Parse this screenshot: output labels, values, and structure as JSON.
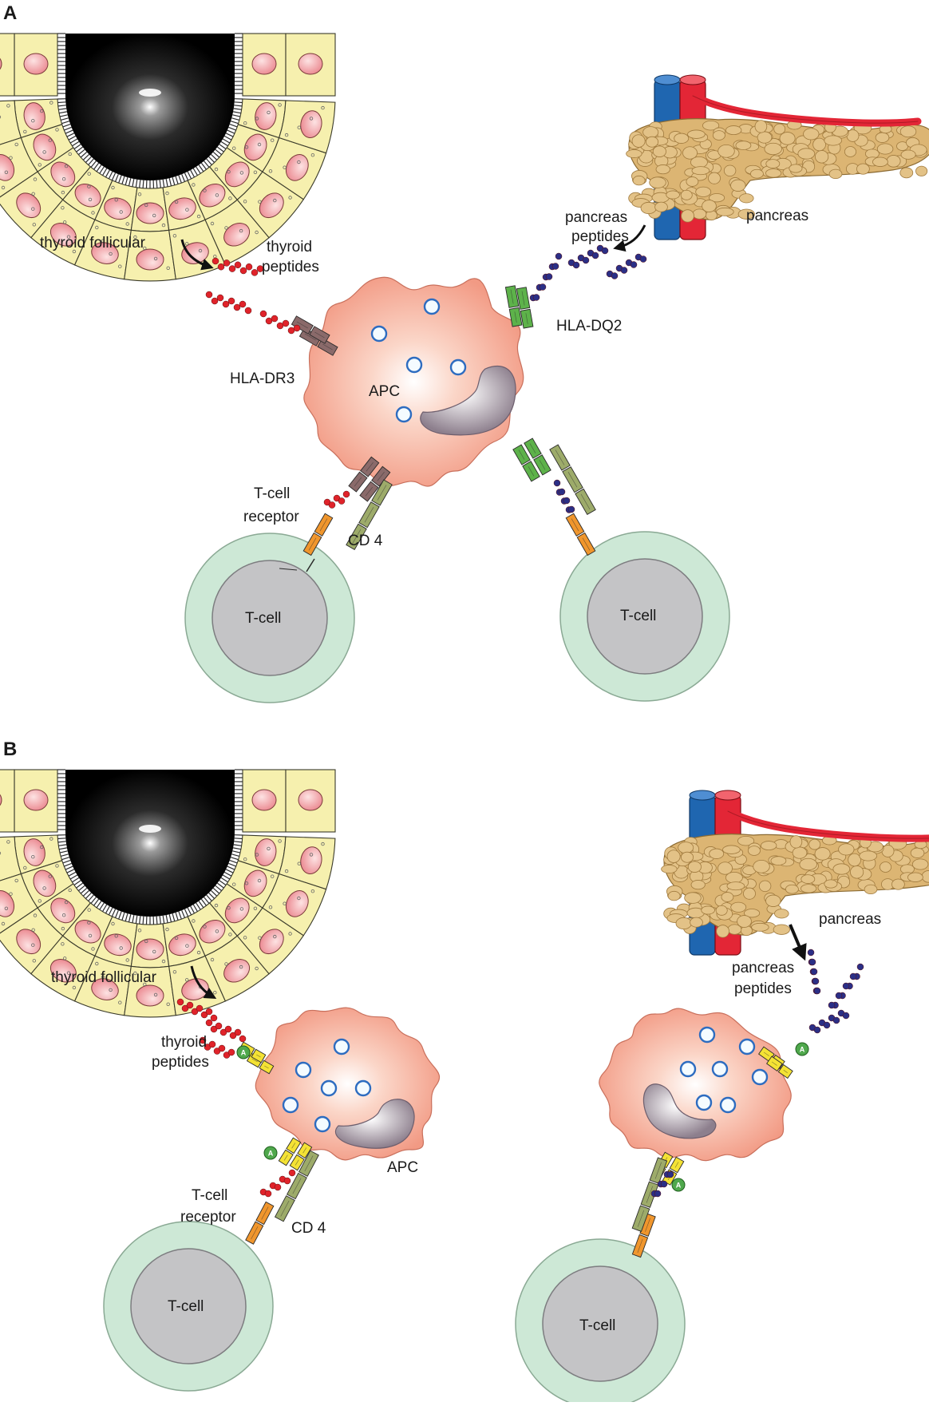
{
  "panels": [
    {
      "letter": "A",
      "labels": {
        "thyroid_follicular": "thyroid follicular",
        "thyroid_peptides_1": "thyroid",
        "thyroid_peptides_2": "peptides",
        "pancreas": "pancreas",
        "pancreas_peptides_1": "pancreas",
        "pancreas_peptides_2": "peptides",
        "hla_dr3": "HLA-DR3",
        "hla_dq2": "HLA-DQ2",
        "apc": "APC",
        "tcr_1": "T-cell",
        "tcr_2": "receptor",
        "cd4": "CD 4",
        "tcell_left": "T-cell",
        "tcell_right": "T-cell"
      }
    },
    {
      "letter": "B",
      "labels": {
        "thyroid_follicular": "thyroid follicular",
        "thyroid_peptides_1": "thyroid",
        "thyroid_peptides_2": "peptides",
        "pancreas": "pancreas",
        "pancreas_peptides_1": "pancreas",
        "pancreas_peptides_2": "peptides",
        "apc": "APC",
        "tcr_1": "T-cell",
        "tcr_2": "receptor",
        "cd4": "CD 4",
        "tcell_left": "T-cell",
        "tcell_right": "T-cell",
        "drug_marker": "A"
      }
    }
  ],
  "colors": {
    "follicle_cell": "#f6f0ae",
    "nucleus": "#f2a9ad",
    "colloid": "#000000",
    "pancreas": "#dcb573",
    "vein": "#1f66b0",
    "artery": "#e32636",
    "apc": "#f4a591",
    "apc_nucleus": "#a99aa7",
    "vesicle_ring": "#2d6cc0",
    "tcell_outer": "#cde8d6",
    "tcell_inner": "#c4c4c6",
    "thyroid_peptide": "#e0232a",
    "pancreas_peptide": "#2b2f86",
    "hla_dr3": "#8a6a6a",
    "hla_dq2": "#5db24a",
    "tcr": "#f0962d",
    "cd4": "#9dab6a",
    "blocked_hla": "#f4e234",
    "drug_marker": "#4fa84c"
  }
}
